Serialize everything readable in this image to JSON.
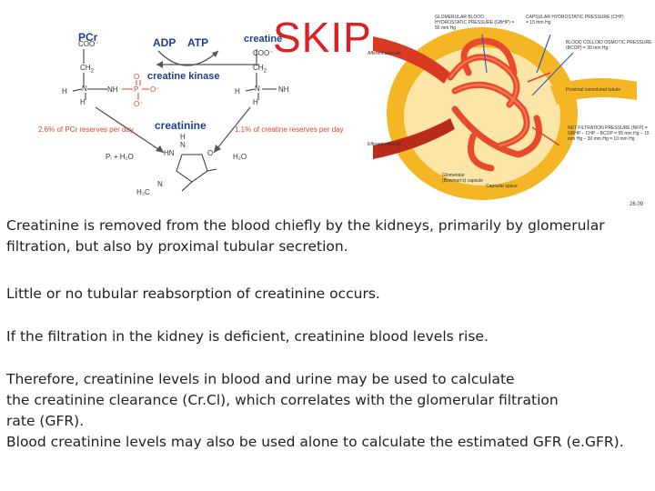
{
  "slide": {
    "title": "SKIP",
    "figure_left": {
      "pcr": "PCr",
      "coo_left": "COO⁻",
      "ch2_left": "CH",
      "sub2_left": "2",
      "h3c_left": "H",
      "n_left": "N",
      "nh_left": "NH",
      "h2n_left": "H",
      "p_atom": "P",
      "o_top": "O",
      "o_mid": "O⁻",
      "o_low": "O⁻",
      "adp": "ADP",
      "atp": "ATP",
      "creatine": "creatine",
      "coo_right": "COO⁻",
      "ch2_right": "CH",
      "h3c_right": "H",
      "n_right": "N",
      "nh2_right": "NH",
      "h2n_right": "H",
      "enzyme": "creatine kinase",
      "creatinine": "creatinine",
      "pcr_reserves": "2.6% of PCr reserves per day",
      "cr_reserves": "1.1% of creatine reserves per day",
      "pi_h2o": "Pᵢ + H₂O",
      "h2o": "H₂O",
      "hn": "HN",
      "h_top": "H",
      "n_top": "N",
      "n_ring": "N",
      "o_ring": "O",
      "h3c_ring": "H₃C"
    },
    "figure_right": {
      "callout1": "GLOMERULAR BLOOD HYDROSTATIC PRESSURE (GBHP) = 55 mm Hg",
      "callout2": "CAPSULAR HYDROSTATIC PRESSURE (CHP) = 15 mm Hg",
      "callout3": "BLOOD COLLOID OSMOTIC PRESSURE (BCOP) = 30 mm Hg",
      "afferent": "Afferent arteriole",
      "efferent": "Efferent arteriole",
      "proximal": "Proximal convoluted tubule",
      "nfp": "NET FILTRATION PRESSURE (NFP) = GBHP – CHP – BCOP = 55 mm Hg – 15 mm Hg – 30 mm Hg = 10 mm Hg",
      "glomerular_capsule": "Glomerular (Bowman's) capsule",
      "capsular_space": "Capsular space",
      "fig_number": "26.09"
    },
    "paragraphs": [
      [
        "Creatinine is removed from the blood chiefly by the kidneys, primarily by glomerular",
        "filtration, but also by proximal tubular secretion."
      ],
      [
        "Little or no tubular reabsorption of creatinine occurs."
      ],
      [
        "If the filtration in the kidney is deficient, creatinine blood levels rise."
      ],
      [
        "Therefore, creatinine levels in blood and urine may be used to calculate",
        "the creatinine clearance (Cr.Cl), which correlates with the glomerular filtration",
        "rate (GFR).",
        "Blood creatinine levels may also be used alone to calculate the estimated GFR (e.GFR)."
      ]
    ],
    "colors": {
      "title": "#e02020",
      "label_blue": "#1f3f8f",
      "label_red": "#e0432a",
      "kidney_red": "#e84a2c",
      "capsule_yellow": "#f5b625",
      "body_text": "#222222"
    }
  }
}
